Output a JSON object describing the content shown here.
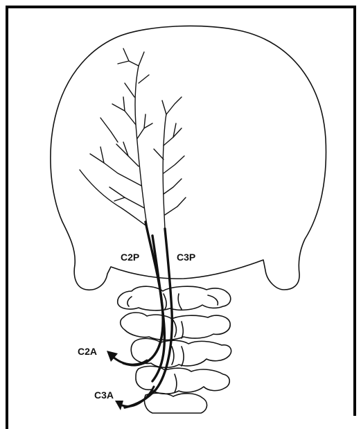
{
  "labels": {
    "c2p": "C2P",
    "c3p": "C3P",
    "c2a": "C2A",
    "c3a": "C3A"
  },
  "colors": {
    "ink": "#111111",
    "background": "#ffffff"
  }
}
